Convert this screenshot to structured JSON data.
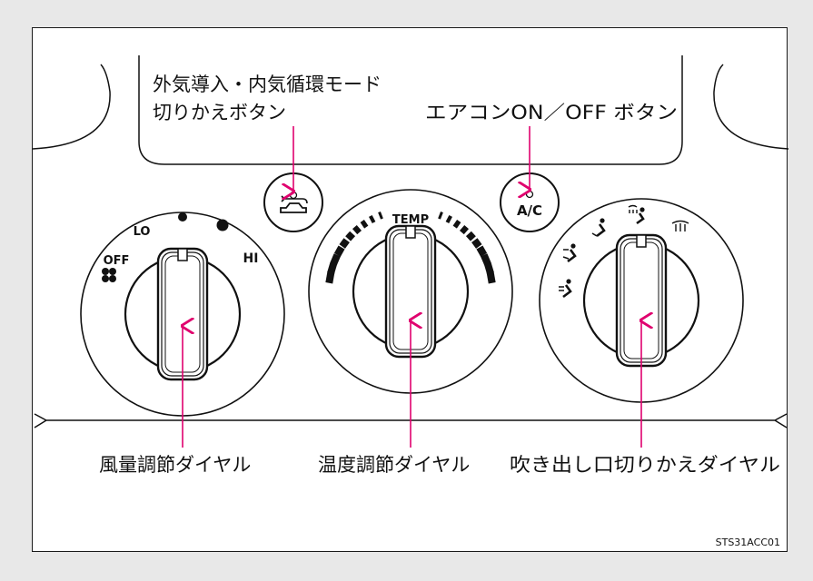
{
  "labels": {
    "recirc_line1": "外気導入・内気循環モード",
    "recirc_line2": "切りかえボタン",
    "ac_button": "エアコンON／OFF ボタン",
    "fan_dial": "風量調節ダイヤル",
    "temp_dial": "温度調節ダイヤル",
    "mode_dial": "吹き出し口切りかえダイヤル"
  },
  "fan_scale": {
    "off": "OFF",
    "lo": "LO",
    "hi": "HI"
  },
  "temp_scale": {
    "title": "TEMP"
  },
  "ac_text": "A/C",
  "figure_code": "STS31ACC01",
  "colors": {
    "callout": "#e0006e",
    "ink": "#1a1a1a",
    "background": "#e8e8e8"
  },
  "icons": [
    "fan-icon",
    "recirculation-car-icon",
    "face-vent-icon",
    "bi-level-vent-icon",
    "foot-vent-icon",
    "foot-defrost-icon",
    "windshield-defrost-icon"
  ]
}
